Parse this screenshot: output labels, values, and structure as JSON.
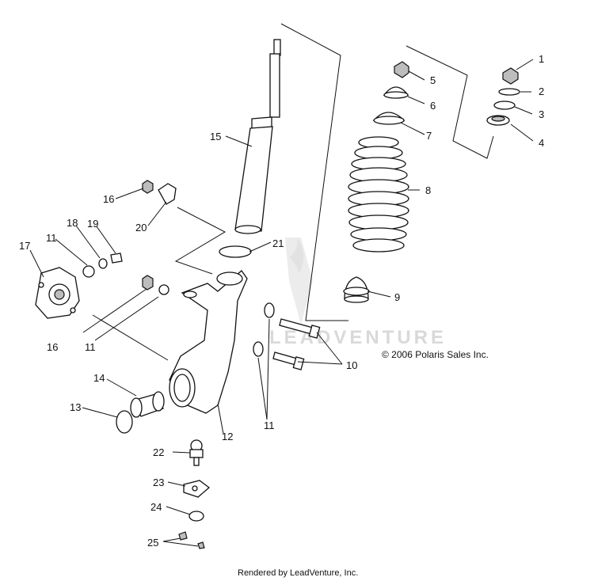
{
  "callouts": [
    "1",
    "2",
    "3",
    "4",
    "5",
    "6",
    "7",
    "8",
    "9",
    "10",
    "11",
    "11",
    "11",
    "12",
    "13",
    "14",
    "15",
    "16",
    "16",
    "17",
    "18",
    "19",
    "20",
    "21",
    "22",
    "23",
    "24",
    "25"
  ],
  "copyright": "© 2006 Polaris Sales Inc.",
  "footer": "Rendered by LeadVenture, Inc.",
  "watermark": "LEADVENTURE"
}
